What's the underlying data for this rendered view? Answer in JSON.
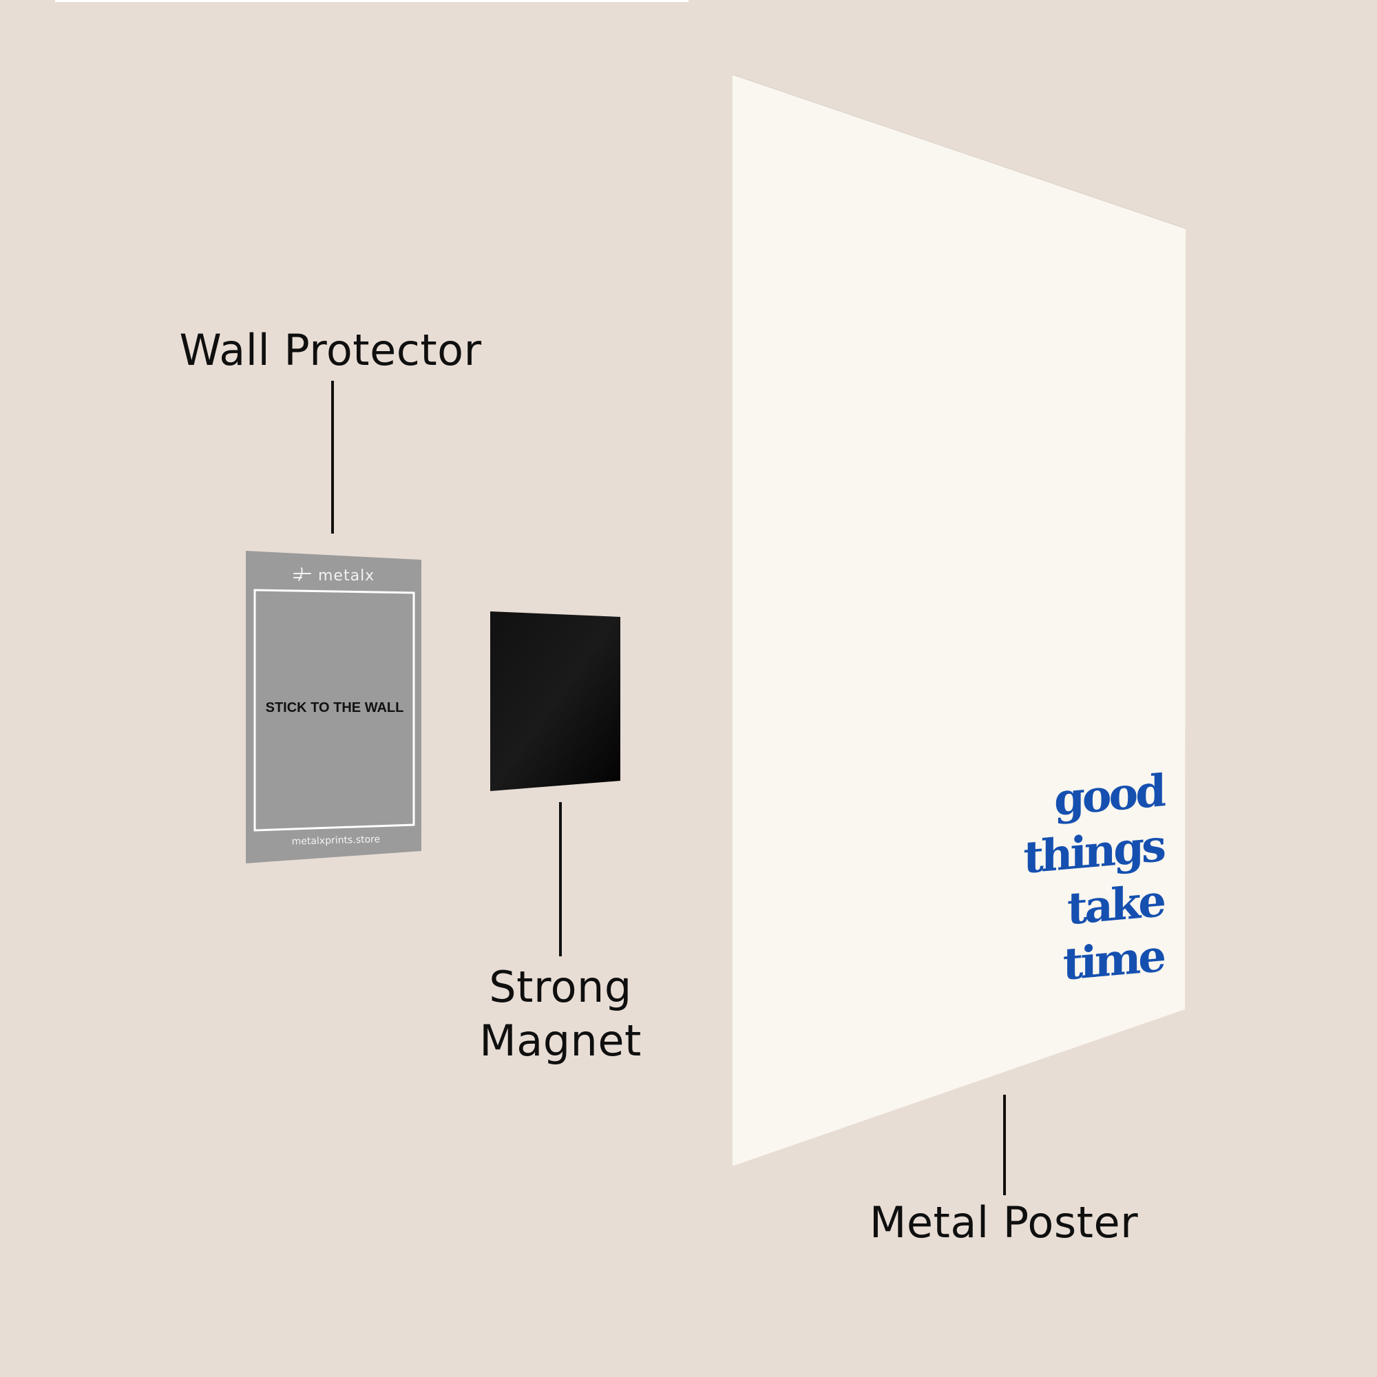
{
  "page": {
    "background_color": "#e8ddd5"
  },
  "labels": {
    "wall_protector": "Wall Protector",
    "strong_magnet_line1": "Strong",
    "strong_magnet_line2": "Magnet",
    "metal_poster": "Metal Poster"
  },
  "wall_protector": {
    "color": "#9b9b9b",
    "brand_mark_icon": "metalx-logo-icon",
    "brand_name": "metalx",
    "center_text": "STICK TO THE WALL",
    "footer_text": "metalxprints.store"
  },
  "magnet": {
    "color": "#050505"
  },
  "poster": {
    "color": "#faf7f0",
    "text_color": "#1550b0",
    "quote_lines": [
      "good",
      "things",
      "take",
      "time"
    ]
  }
}
